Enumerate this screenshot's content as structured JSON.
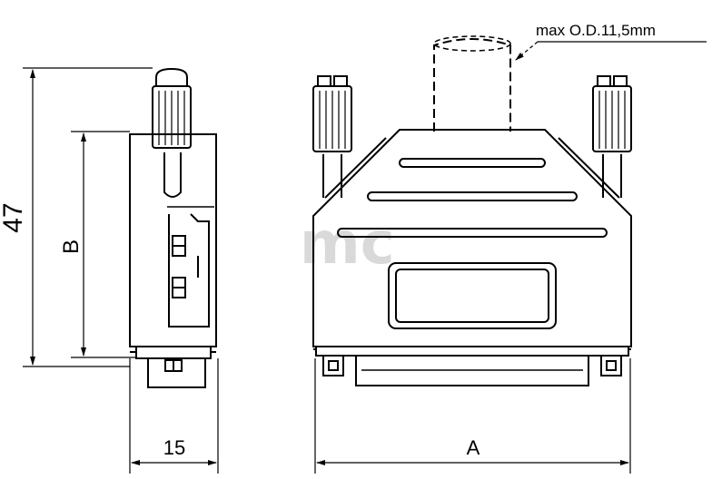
{
  "annotations": {
    "cable_od": "max O.D.11,5mm",
    "dim_height": "47",
    "dim_b": "B",
    "dim_width": "15",
    "dim_a": "A"
  },
  "watermark": "mc",
  "colors": {
    "line": "#000000",
    "watermark": "#d9d9d9",
    "background": "#ffffff"
  }
}
